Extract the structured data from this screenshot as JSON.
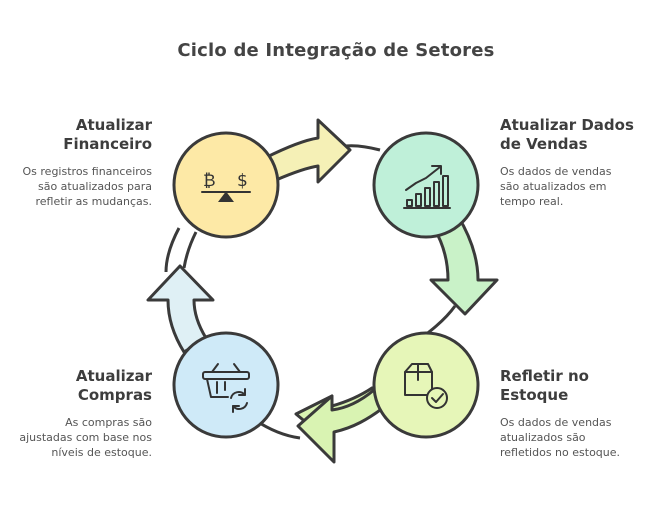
{
  "title": "Ciclo de Integração de Setores",
  "steps": [
    {
      "key": "financeiro",
      "title_lines": [
        "Atualizar",
        "Financeiro"
      ],
      "desc_lines": [
        "Os registros financeiros",
        "são atualizados para",
        "refletir as mudanças."
      ],
      "color": "#fde9a6",
      "icon": "balance-scale-currency-icon"
    },
    {
      "key": "vendas",
      "title_lines": [
        "Atualizar Dados",
        "de Vendas"
      ],
      "desc_lines": [
        "Os dados de vendas",
        "são atualizados em",
        "tempo real."
      ],
      "color": "#bff0d9",
      "icon": "growth-chart-icon"
    },
    {
      "key": "estoque",
      "title_lines": [
        "Refletir no",
        "Estoque"
      ],
      "desc_lines": [
        "Os dados de vendas",
        "atualizados são",
        "refletidos no estoque."
      ],
      "color": "#e6f6b8",
      "icon": "box-check-icon"
    },
    {
      "key": "compras",
      "title_lines": [
        "Atualizar",
        "Compras"
      ],
      "desc_lines": [
        "As compras são",
        "ajustadas com base nos",
        "níveis de estoque."
      ],
      "color": "#cfeaf8",
      "icon": "basket-refresh-icon"
    }
  ],
  "icon_glyphs": {
    "bitcoin": "₿",
    "dollar": "$"
  }
}
